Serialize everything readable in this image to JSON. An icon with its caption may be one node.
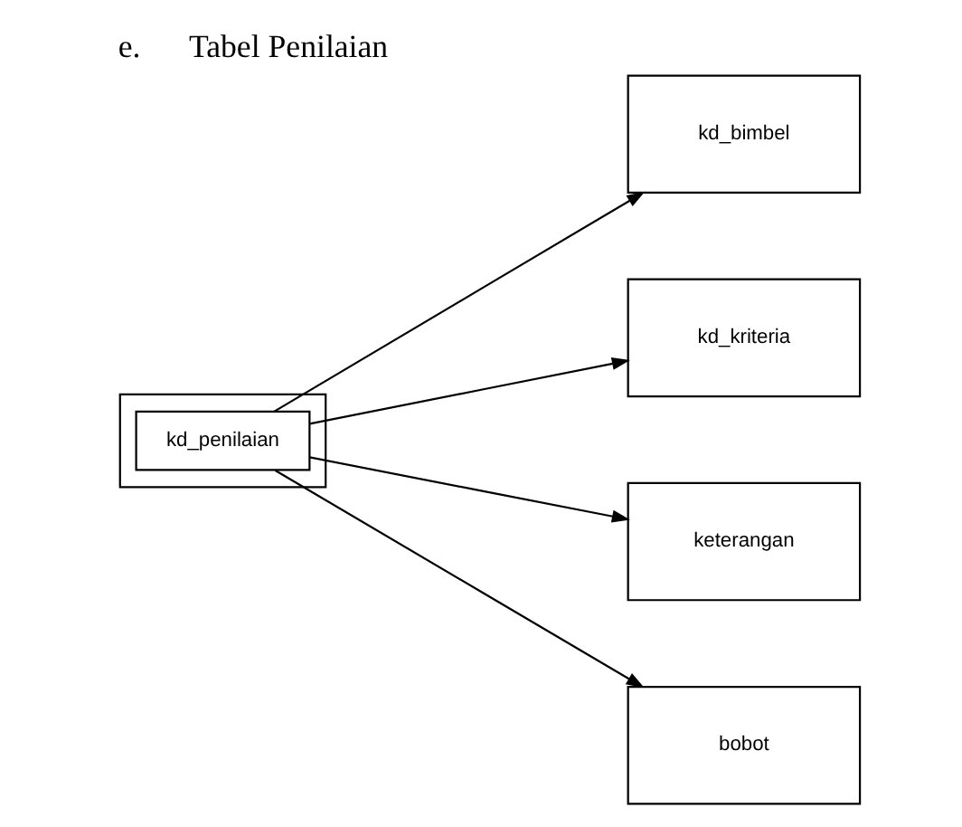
{
  "diagram": {
    "title": "e.      Tabel Penilaian",
    "nodes": [
      {
        "text": [],
        "shape": "box"
      },
      {
        "text": [
          "kd_penilaian"
        ],
        "in": 0
      },
      {
        "text": [
          "kd_bimbel"
        ]
      },
      {
        "text": [
          "kd_kriteria"
        ]
      },
      {
        "text": [
          "keterangan"
        ]
      },
      {
        "text": [
          "bobot"
        ]
      }
    ],
    "edges": [
      {
        "from": 1,
        "to": 2,
        "arrow": "to"
      },
      {
        "from": 1,
        "to": 3,
        "arrow": "to"
      },
      {
        "from": 1,
        "to": 4,
        "arrow": "to"
      },
      {
        "from": 1,
        "to": 5,
        "arrow": "to"
      }
    ]
  }
}
